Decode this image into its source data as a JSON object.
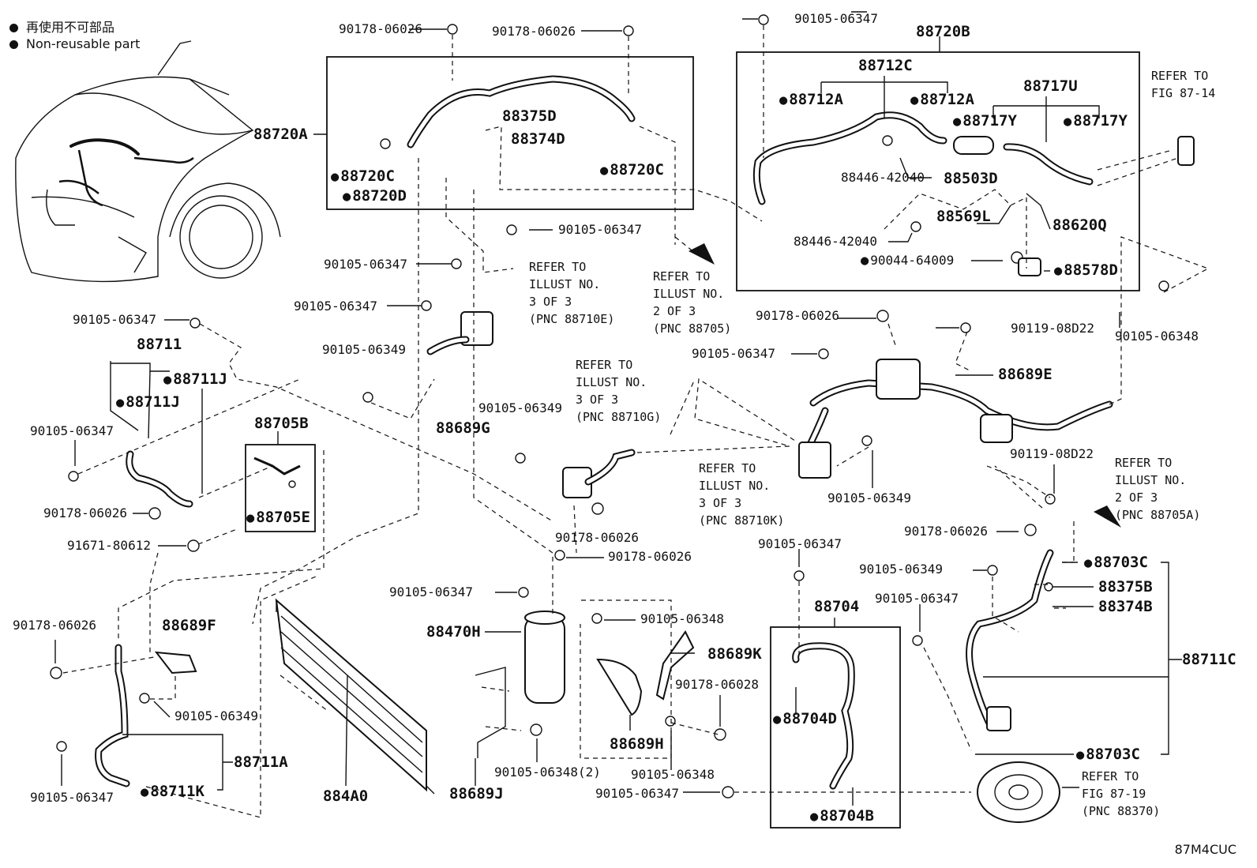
{
  "legend": {
    "jp": "再使用不可部品",
    "en": "Non-reusable part"
  },
  "diagram_code": "87M4CUC",
  "labels": {
    "p90178_06026_a": "90178-06026",
    "p90178_06026_b": "90178-06026",
    "p90105_06347_top": "90105-06347",
    "p88720B": "88720B",
    "p88720A": "88720A",
    "p88375D": "88375D",
    "p88374D": "88374D",
    "p88720C_a": "88720C",
    "p88720C_b": "88720C",
    "p88720D": "88720D",
    "p88712C": "88712C",
    "p88712A_a": "88712A",
    "p88712A_b": "88712A",
    "p88717U": "88717U",
    "p88717Y_a": "88717Y",
    "p88717Y_b": "88717Y",
    "p88446_42040_a": "88446-42040",
    "p88503D": "88503D",
    "p88569L": "88569L",
    "p88620Q": "88620Q",
    "p88446_42040_b": "88446-42040",
    "p90044_64009": "90044-64009",
    "p88578D": "88578D",
    "p90105_06347_b": "90105-06347",
    "p90105_06347_c": "90105-06347",
    "p90105_06347_d": "90105-06347",
    "p90105_06349_a": "90105-06349",
    "p88689G": "88689G",
    "p90105_06349_b": "90105-06349",
    "p90178_06026_c": "90178-06026",
    "p90105_06347_e": "90105-06347",
    "p88689E": "88689E",
    "p90119_08D22_a": "90119-08D22",
    "p90105_06348_a": "90105-06348",
    "p90105_06349_c": "90105-06349",
    "p90119_08D22_b": "90119-08D22",
    "p90105_06347_f": "90105-06347",
    "p88711": "88711",
    "p88711J_a": "88711J",
    "p88711J_b": "88711J",
    "p90105_06347_g": "90105-06347",
    "p90178_06026_d": "90178-06026",
    "p91671_80612": "91671-80612",
    "p88705B": "88705B",
    "p88705E": "88705E",
    "p90178_06026_e": "90178-06026",
    "p90178_06026_f": "90178-06026",
    "p90105_06347_h": "90105-06347",
    "p88470H": "88470H",
    "p90105_06348_b": "90105-06348",
    "p88689K": "88689K",
    "p90178_06028": "90178-06028",
    "p88689H": "88689H",
    "p90105_06348_2": "90105-06348(2)",
    "p88689J": "88689J",
    "p90105_06348_c": "90105-06348",
    "p90105_06347_i": "90105-06347",
    "p884A0": "884A0",
    "p90178_06026_g": "90178-06026",
    "p88689F": "88689F",
    "p90105_06349_d": "90105-06349",
    "p88711A": "88711A",
    "p88711K": "88711K",
    "p90105_06347_j": "90105-06347",
    "p90105_06347_k": "90105-06347",
    "p88704": "88704",
    "p88704D": "88704D",
    "p88704B": "88704B",
    "p90178_06026_h": "90178-06026",
    "p90105_06349_e": "90105-06349",
    "p90105_06347_l": "90105-06347",
    "p88703C_a": "88703C",
    "p88375B": "88375B",
    "p88374B": "88374B",
    "p88711C": "88711C",
    "p88703C_b": "88703C"
  },
  "refs": {
    "r_fig_87_14": "REFER TO\nFIG 87-14",
    "r_88710E": "REFER TO\nILLUST NO.\n3 OF 3\n(PNC 88710E)",
    "r_88705": "REFER TO\nILLUST NO.\n2 OF 3\n(PNC 88705)",
    "r_88710G": "REFER TO\nILLUST NO.\n3 OF 3\n(PNC 88710G)",
    "r_88710K": "REFER TO\nILLUST NO.\n3 OF 3\n(PNC 88710K)",
    "r_88705A": "REFER TO\nILLUST NO.\n2 OF 3\n(PNC 88705A)",
    "r_fig_87_19": "REFER TO\nFIG 87-19\n(PNC 88370)"
  }
}
